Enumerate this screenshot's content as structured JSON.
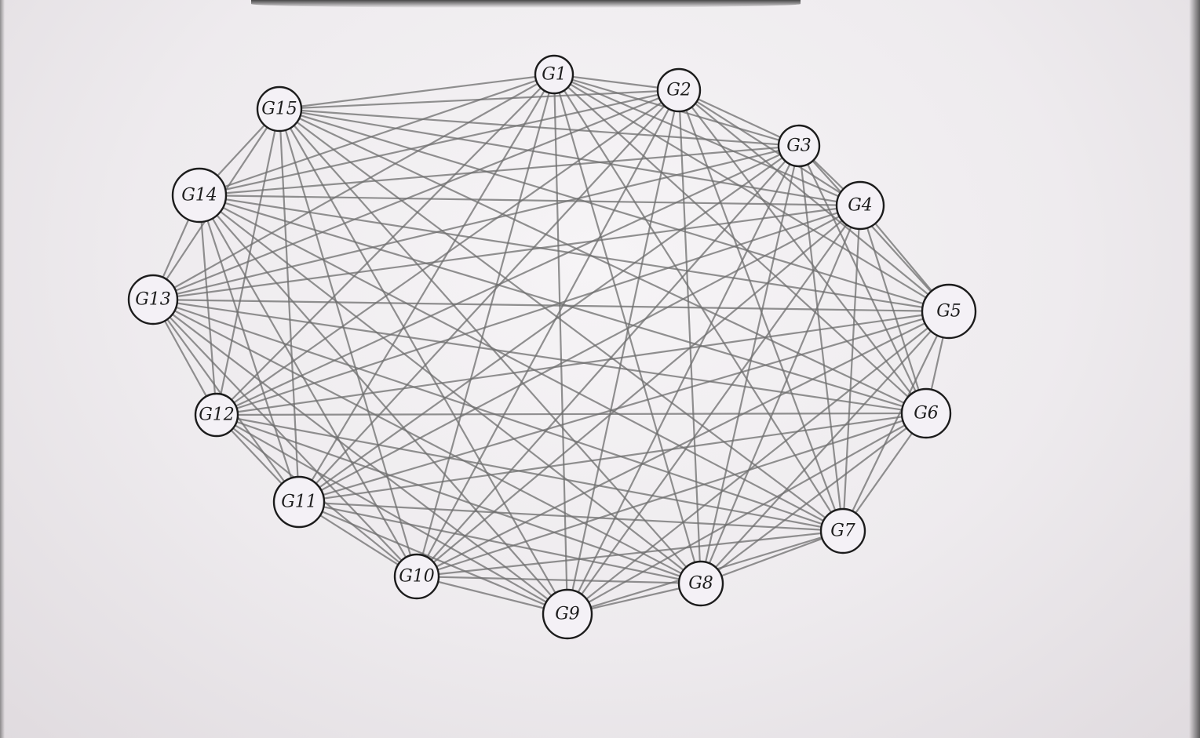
{
  "diagram": {
    "type": "complete-graph",
    "nodes": [
      {
        "id": "G1",
        "label": "G1"
      },
      {
        "id": "G2",
        "label": "G2"
      },
      {
        "id": "G3",
        "label": "G3"
      },
      {
        "id": "G4",
        "label": "G4"
      },
      {
        "id": "G5",
        "label": "G5"
      },
      {
        "id": "G6",
        "label": "G6"
      },
      {
        "id": "G7",
        "label": "G7"
      },
      {
        "id": "G8",
        "label": "G8"
      },
      {
        "id": "G9",
        "label": "G9"
      },
      {
        "id": "G10",
        "label": "G10"
      },
      {
        "id": "G11",
        "label": "G11"
      },
      {
        "id": "G12",
        "label": "G12"
      },
      {
        "id": "G13",
        "label": "G13"
      },
      {
        "id": "G14",
        "label": "G14"
      },
      {
        "id": "G15",
        "label": "G15"
      }
    ],
    "edges": "all-pairs",
    "colors": {
      "edge": "#6e6e6e",
      "node_stroke": "#1c1c1c",
      "node_fill": "#f4f1f6",
      "paper": "#eeebee"
    }
  }
}
